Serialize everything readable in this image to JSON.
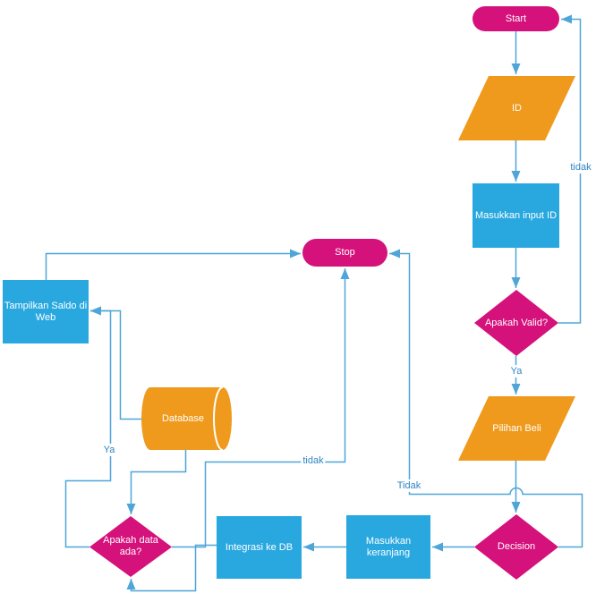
{
  "diagram": {
    "kind": "flowchart",
    "background": "#ffffff"
  },
  "colors": {
    "pink": "#D5117B",
    "orange": "#EF9A1C",
    "blue": "#29A8E0",
    "connector": "#4FA5D8",
    "edge_label_text": "#2E86C3",
    "shape_text": "#FFFFFF"
  },
  "nodes": {
    "start": {
      "label": "Start",
      "type": "terminator",
      "color": "pink"
    },
    "id_input": {
      "label": "ID",
      "type": "data",
      "color": "orange"
    },
    "masukkan_input_id": {
      "label": "Masukkan input ID",
      "type": "process",
      "color": "blue"
    },
    "apakah_valid": {
      "label": "Apakah Valid?",
      "type": "decision",
      "color": "pink"
    },
    "pilihan_beli": {
      "label": "Pilihan Beli",
      "type": "data",
      "color": "orange"
    },
    "decision": {
      "label": "Decision",
      "type": "decision",
      "color": "pink"
    },
    "masukkan_keranjang": {
      "label": "Masukkan keranjang",
      "type": "process",
      "color": "blue"
    },
    "integrasi_ke_db": {
      "label": "Integrasi ke DB",
      "type": "process",
      "color": "blue"
    },
    "apakah_data_ada": {
      "label": "Apakah data ada?",
      "type": "decision",
      "color": "pink"
    },
    "database": {
      "label": "Database",
      "type": "direct-data",
      "color": "orange"
    },
    "tampilkan_saldo": {
      "label": "Tampilkan Saldo di Web",
      "type": "process",
      "color": "blue"
    },
    "stop": {
      "label": "Stop",
      "type": "terminator",
      "color": "pink"
    }
  },
  "edge_labels": {
    "apakah_valid_no": "tidak",
    "apakah_valid_yes": "Ya",
    "decision_no": "Tidak",
    "apakah_data_ada_no": "tidak",
    "apakah_data_ada_yes": "Ya"
  }
}
